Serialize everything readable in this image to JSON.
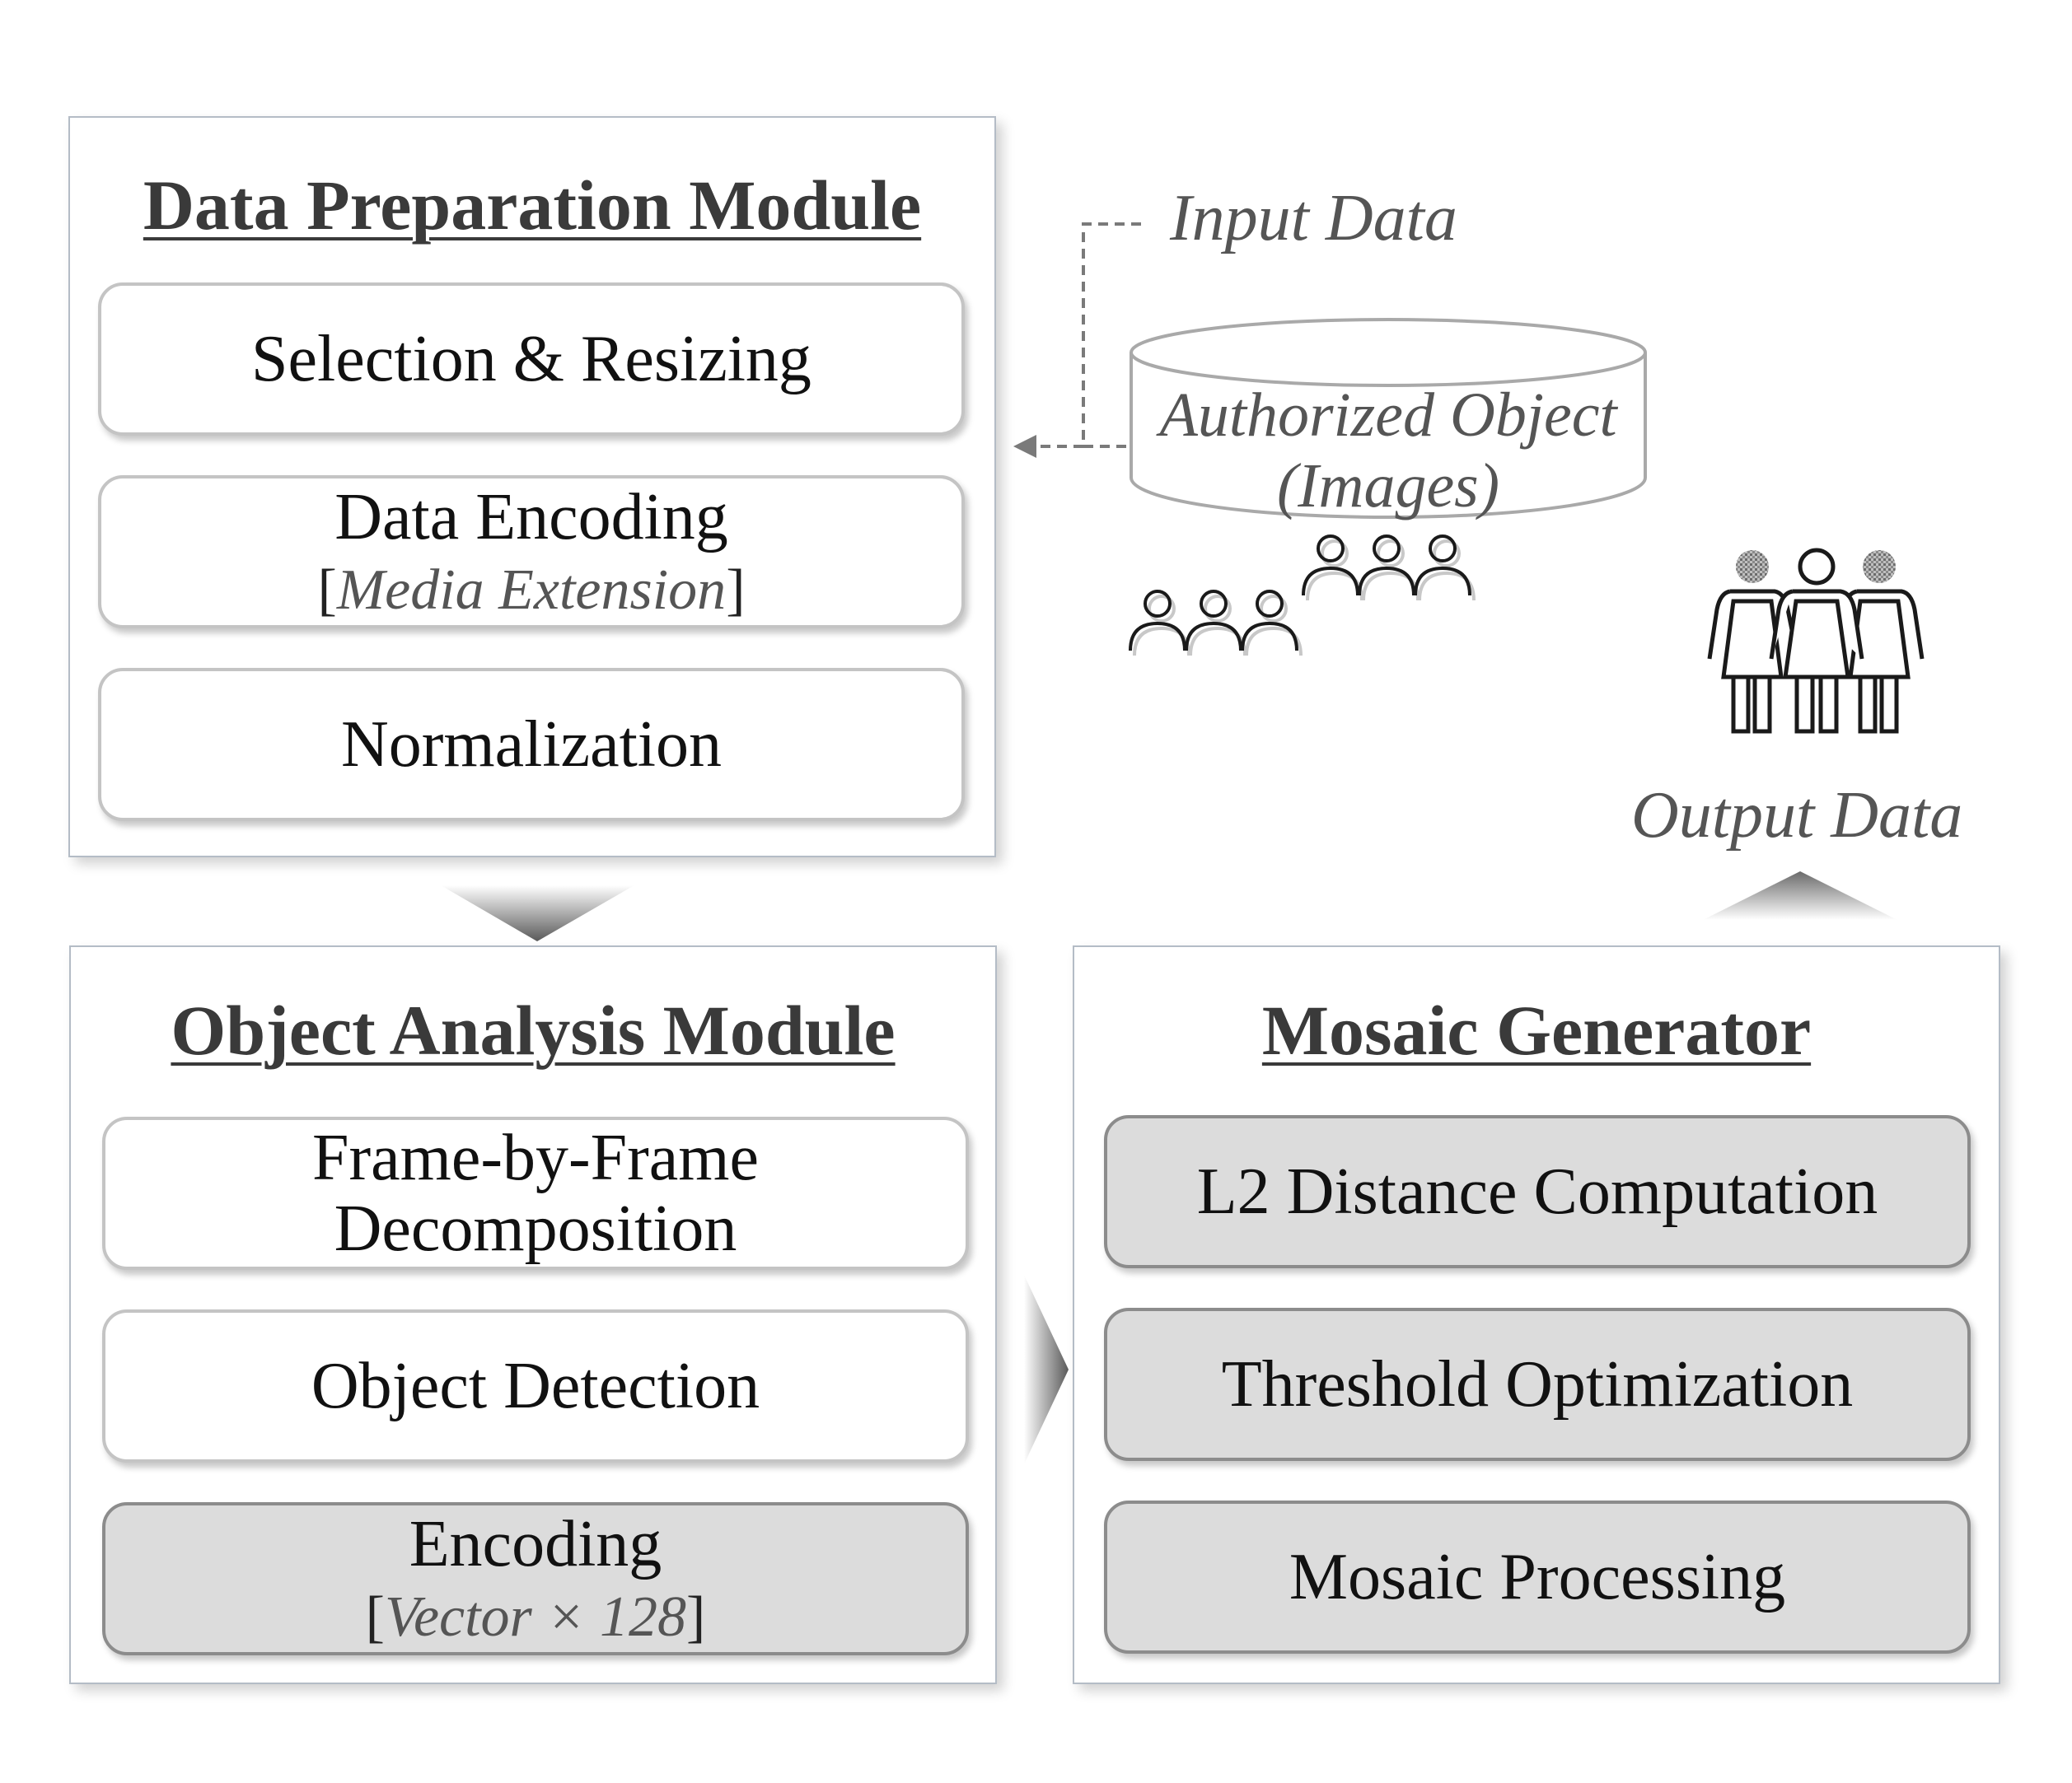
{
  "prep": {
    "title": "Data Preparation Module",
    "steps": [
      {
        "main": "Selection & Resizing"
      },
      {
        "main": "Data Encoding",
        "sub_open": "[",
        "sub_text": "Media Extension",
        "sub_close": "]"
      },
      {
        "main": "Normalization"
      }
    ]
  },
  "object_module": {
    "title": "Object Analysis Module",
    "steps": [
      {
        "line1": "Frame-by-Frame",
        "line2": "Decomposition"
      },
      {
        "main": "Object Detection"
      },
      {
        "main": "Encoding",
        "sub_open": "[",
        "sub_text": "Vector × 128",
        "sub_close": "]"
      }
    ]
  },
  "mosaic": {
    "title": "Mosaic Generator",
    "steps": [
      {
        "main": "L2 Distance Computation"
      },
      {
        "main": "Threshold Optimization"
      },
      {
        "main": "Mosaic Processing"
      }
    ]
  },
  "input_label": "Input Data",
  "database": {
    "line1": "Authorized Object",
    "line2": "(Images)"
  },
  "output_label": "Output Data",
  "icons": [
    "people-group-icon",
    "people-group-icon",
    "mosaic-people-icon",
    "cylinder-database-icon"
  ]
}
